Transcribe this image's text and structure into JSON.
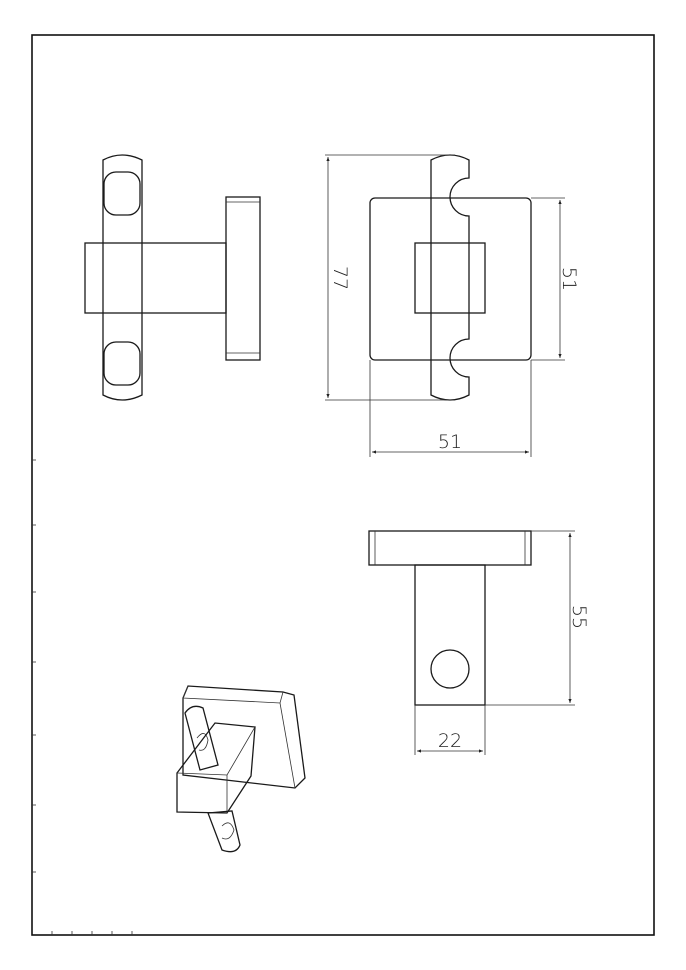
{
  "drawing": {
    "views": [
      "side-view",
      "front-view",
      "top-view",
      "isometric-view"
    ],
    "dimensions": {
      "front_height": "77",
      "plate_height": "51",
      "plate_width": "51",
      "projection": "55",
      "stem_width": "22"
    },
    "line_color": "#1a1a1a",
    "background": "#ffffff"
  }
}
